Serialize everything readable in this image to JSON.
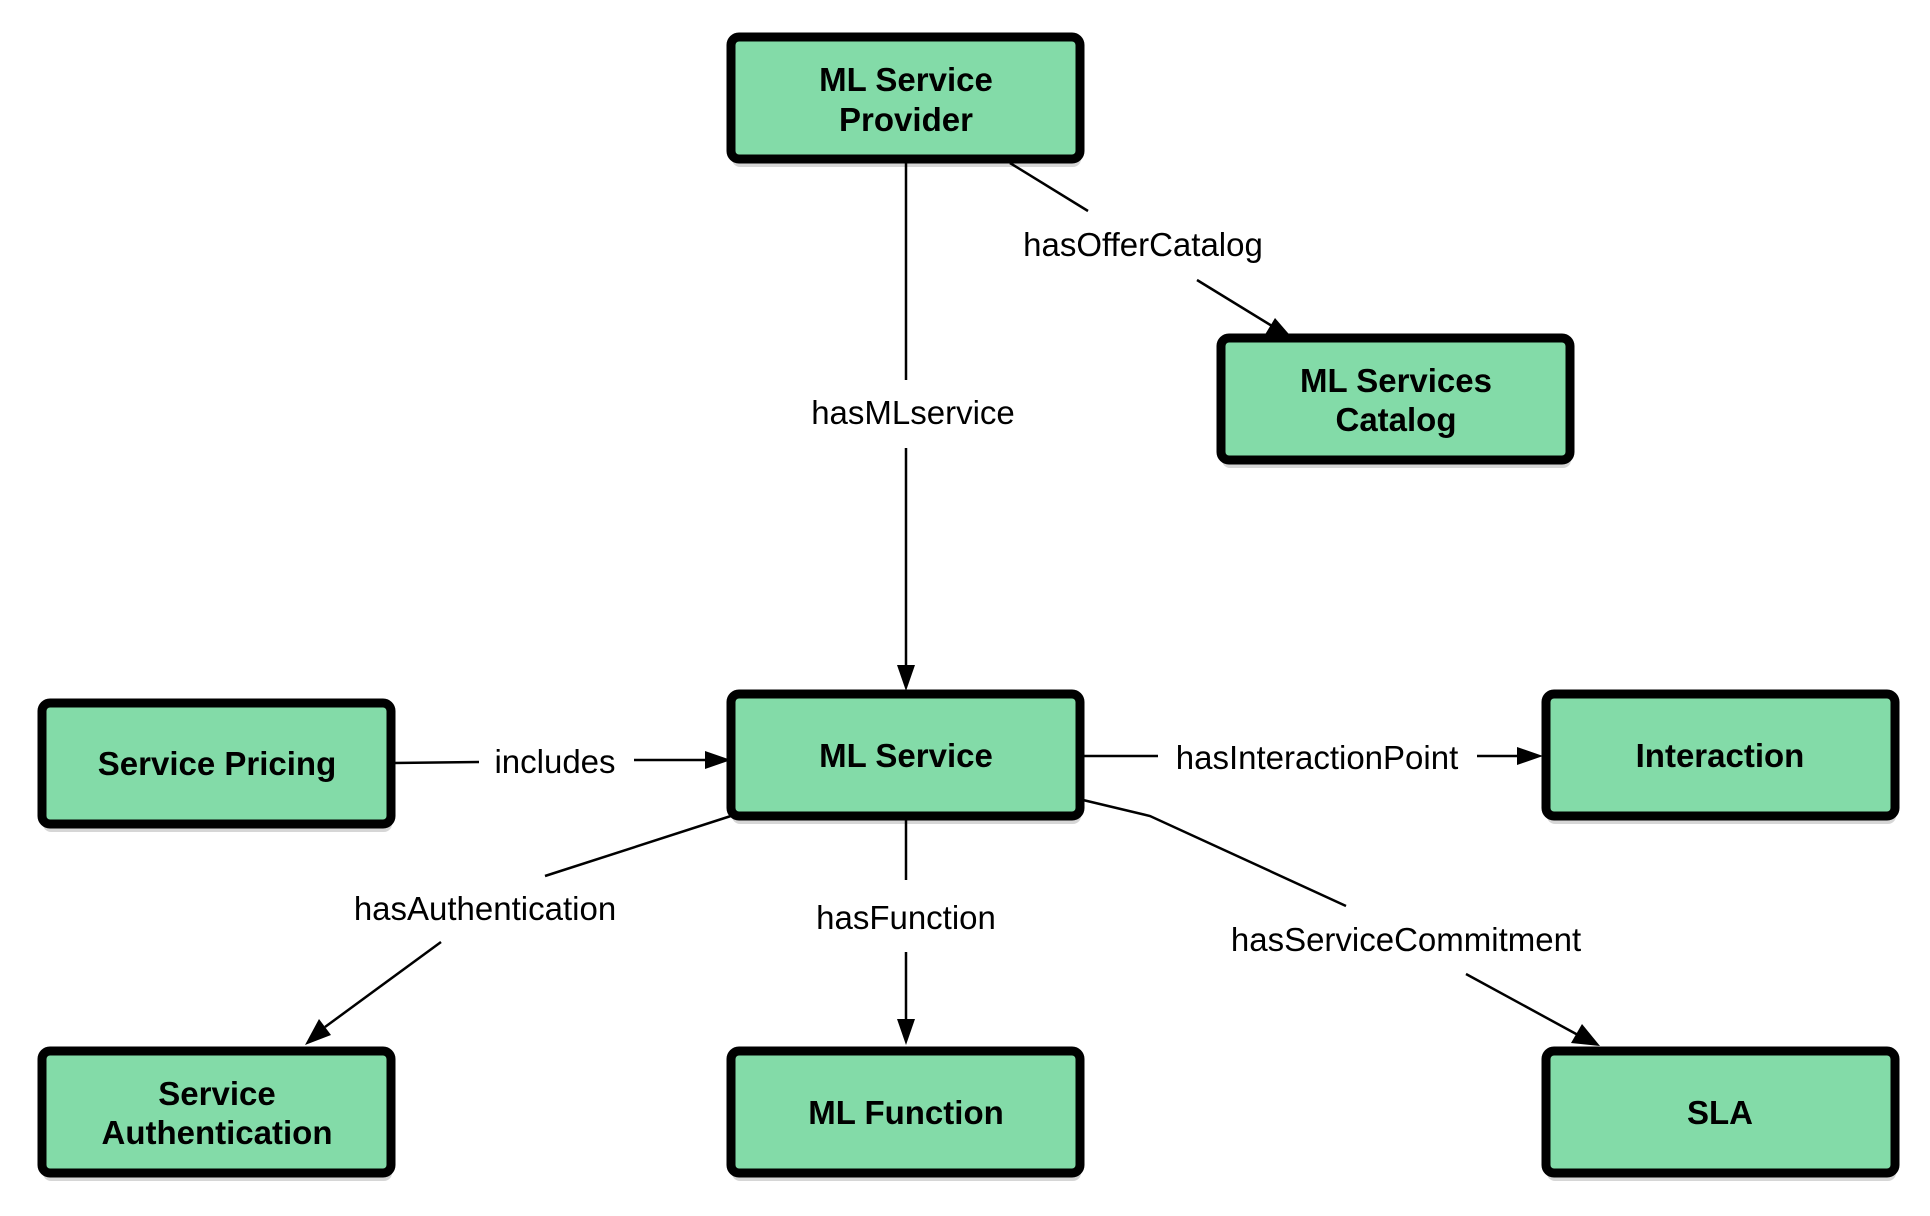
{
  "nodes": {
    "provider": {
      "line1": "ML Service",
      "line2": "Provider"
    },
    "catalog": {
      "line1": "ML Services",
      "line2": "Catalog"
    },
    "service": {
      "label": "ML Service"
    },
    "pricing": {
      "label": "Service Pricing"
    },
    "interaction": {
      "label": "Interaction"
    },
    "authentication": {
      "line1": "Service",
      "line2": "Authentication"
    },
    "function": {
      "label": "ML Function"
    },
    "sla": {
      "label": "SLA"
    }
  },
  "edges": {
    "hasOfferCatalog": "hasOfferCatalog",
    "hasMLservice": "hasMLservice",
    "includes": "includes",
    "hasInteractionPoint": "hasInteractionPoint",
    "hasAuthentication": "hasAuthentication",
    "hasFunction": "hasFunction",
    "hasServiceCommitment": "hasServiceCommitment"
  },
  "colors": {
    "node_fill": "#83dba8",
    "node_border": "#000000"
  }
}
